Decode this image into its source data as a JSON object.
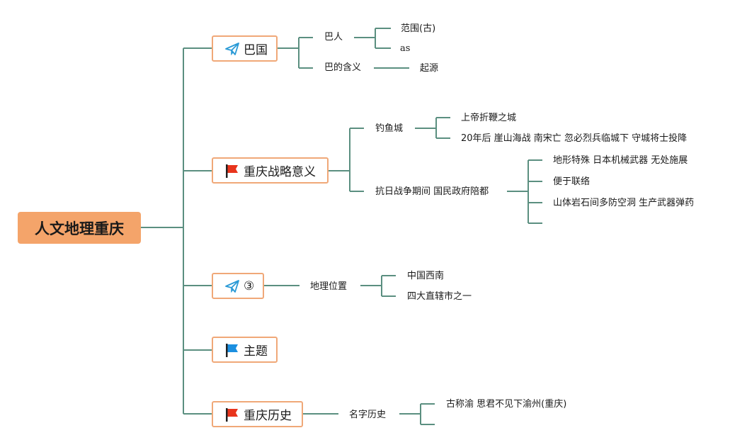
{
  "root": {
    "label": "人文地理重庆"
  },
  "topics": {
    "baguo": {
      "label": "巴国",
      "icon": "paper-plane-icon",
      "ba_ren": {
        "label": "巴人",
        "children": [
          "范围(古)",
          "as"
        ]
      },
      "ba_meaning": {
        "label": "巴的含义",
        "children": [
          "起源"
        ]
      }
    },
    "strategic": {
      "label": "重庆战略意义",
      "icon": "red-flag-icon",
      "diaoyu": {
        "label": "钓鱼城",
        "children": [
          "上帝折鞭之城",
          "20年后 崖山海战 南宋亡 忽必烈兵临城下 守城将士投降"
        ]
      },
      "war": {
        "label": "抗日战争期间 国民政府陪都",
        "children": [
          "地形特殊 日本机械武器 无处施展",
          "便于联络",
          "山体岩石间多防空洞 生产武器弹药",
          ""
        ]
      }
    },
    "third": {
      "label": "③",
      "icon": "paper-plane-icon",
      "location": {
        "label": "地理位置",
        "children": [
          "中国西南",
          "四大直辖市之一"
        ]
      }
    },
    "theme": {
      "label": "主题",
      "icon": "blue-flag-icon"
    },
    "history": {
      "label": "重庆历史",
      "icon": "red-flag-icon",
      "name_history": {
        "label": "名字历史",
        "children": [
          "古称渝 思君不见下渝州(重庆)",
          ""
        ]
      }
    }
  },
  "colors": {
    "line": "#5b8f80",
    "root_fill": "#f4a46a",
    "topic_border": "#f0a878",
    "flag_red": "#e8341c",
    "flag_blue": "#1b8fe0",
    "plane_blue": "#2a9ad6"
  }
}
